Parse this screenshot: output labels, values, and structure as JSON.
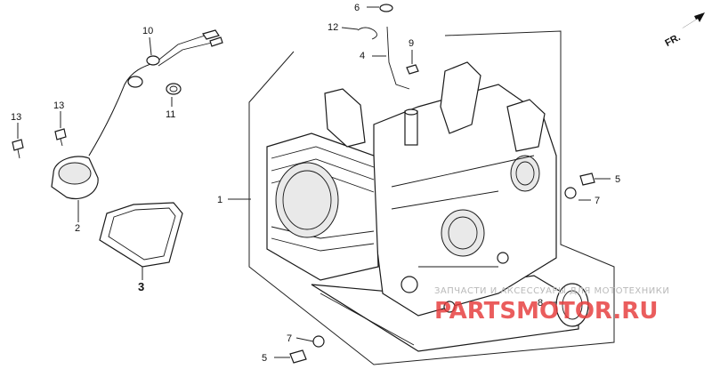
{
  "orientation": {
    "label": "FR."
  },
  "callouts": {
    "c1": "1",
    "c2": "2",
    "c3": "3",
    "c4": "4",
    "c5a": "5",
    "c5b": "5",
    "c6": "6",
    "c7a": "7",
    "c7b": "7",
    "c8": "8",
    "c9": "9",
    "c10": "10",
    "c11": "11",
    "c12": "12",
    "c13a": "13",
    "c13b": "13"
  },
  "watermark": {
    "subtitle": "ЗАПЧАСТИ И АКСЕССУАРЫ ДЛЯ МОТОТЕХНИКИ",
    "brand": "PARTSMOTOR.RU"
  }
}
